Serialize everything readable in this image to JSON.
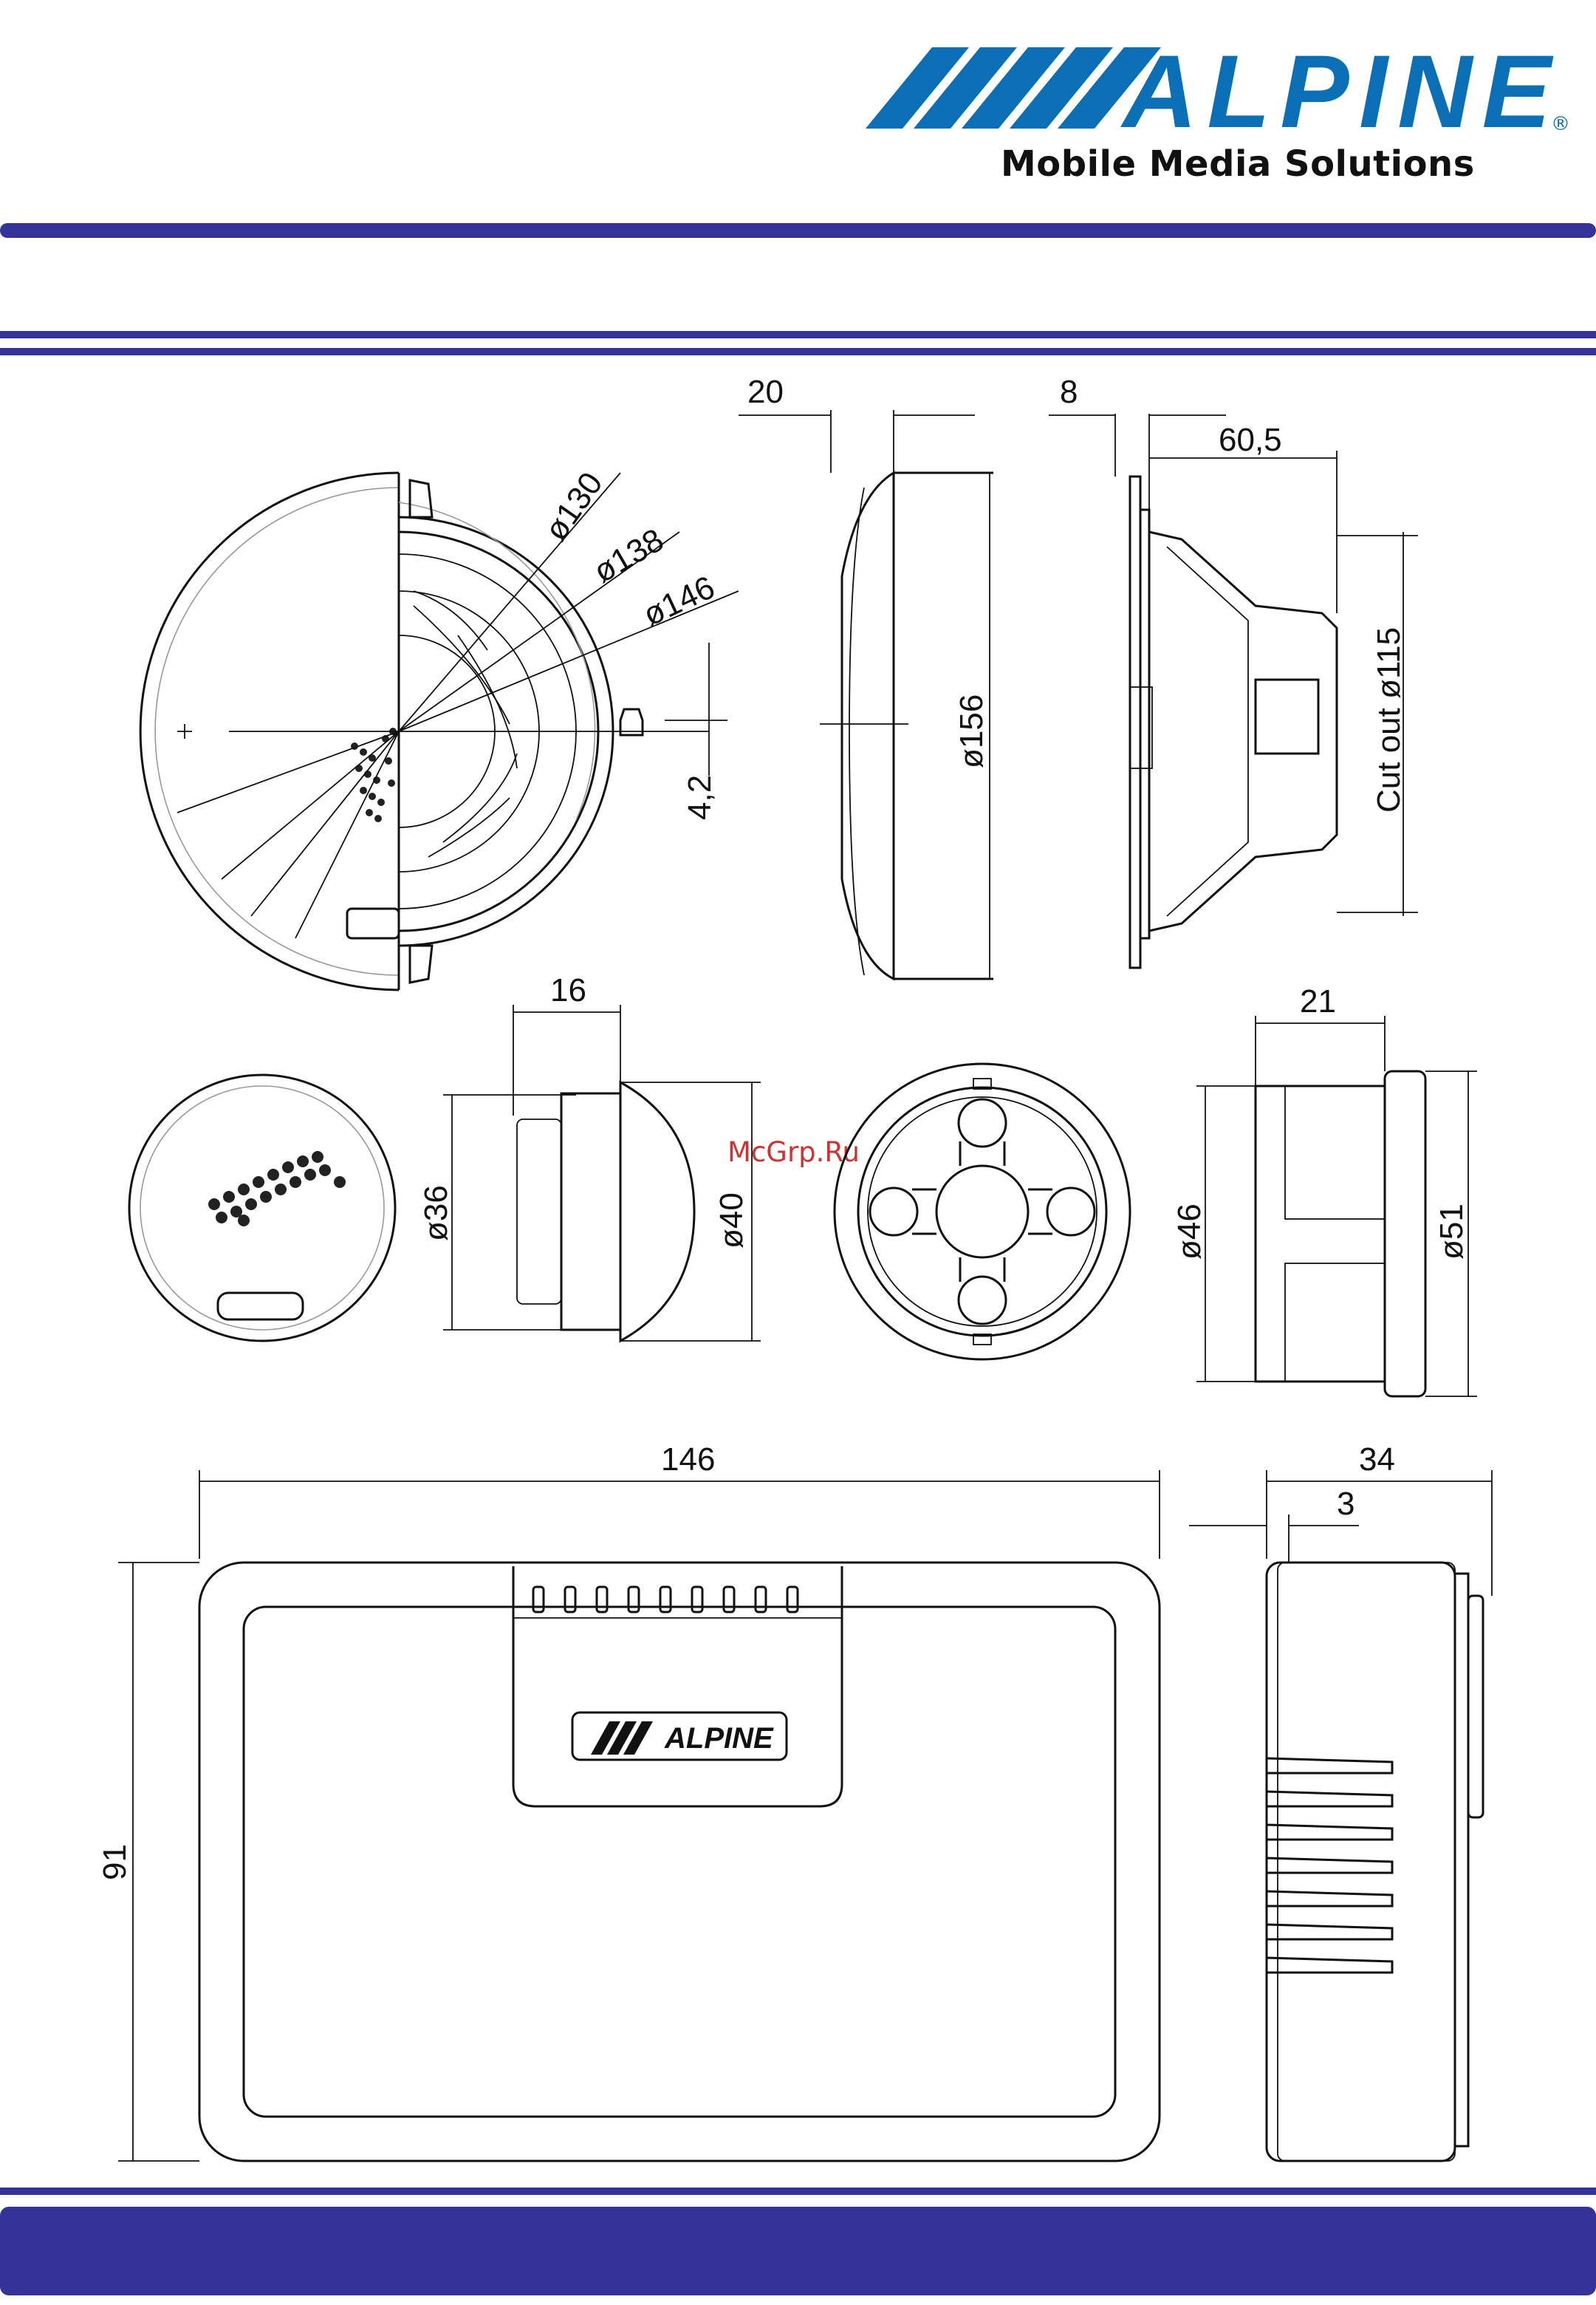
{
  "brand": {
    "logo_text": "ALPINE",
    "subtitle": "Mobile Media Solutions",
    "registered": "®"
  },
  "watermark": "McGrp.Ru",
  "colors": {
    "brand_blue": "#0a6fb5",
    "bar_blue": "#33339a"
  },
  "dimensions": {
    "woofer": {
      "d130": "ø130",
      "d138": "ø138",
      "d146": "ø146",
      "tab": "4,2"
    },
    "grille": {
      "depth": "20",
      "diameter": "ø156"
    },
    "woofer_side": {
      "flange": "8",
      "depth": "60,5",
      "cutout": "Cut out ø115"
    },
    "tweeter": {
      "depth": "16",
      "d36": "ø36",
      "d40": "ø40"
    },
    "tweeter_mount": {
      "depth": "21",
      "d46": "ø46",
      "d51": "ø51"
    },
    "crossover": {
      "width": "146",
      "height": "91",
      "depth": "34",
      "flange": "3",
      "badge": "ALPINE"
    }
  }
}
